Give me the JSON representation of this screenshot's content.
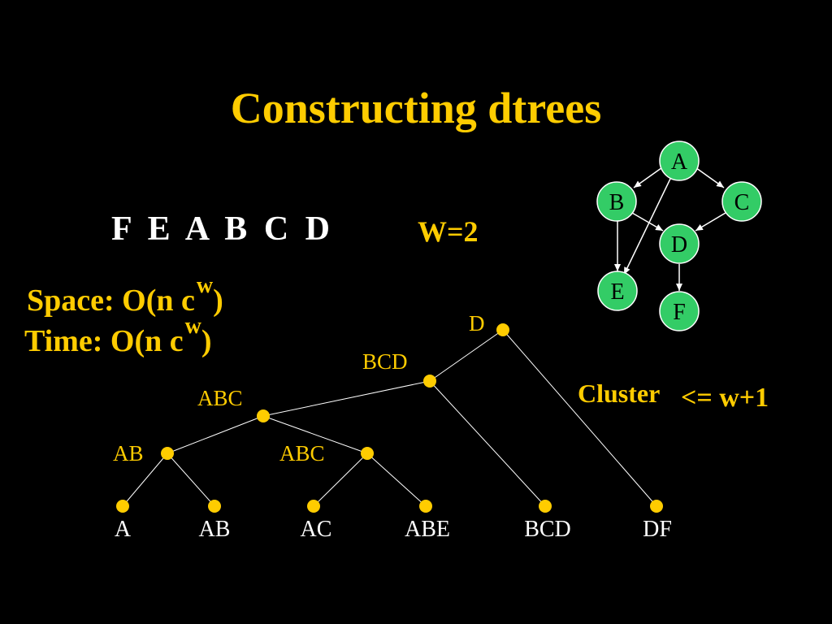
{
  "title": "Constructing dtrees",
  "elimination_order": "F E A B C D",
  "width_label": "W=2",
  "space": {
    "prefix": "Space: O(n c",
    "sup": "w",
    "suffix": ")"
  },
  "time": {
    "prefix": "Time:   O(n c",
    "sup": "w",
    "suffix": ")"
  },
  "cluster": {
    "label": "Cluster",
    "bound": "<= w+1"
  },
  "colors": {
    "gold": "#FFCC00",
    "green": "#33CC66",
    "white": "#FFFFFF",
    "background": "#000000"
  },
  "network": {
    "nodes": [
      "A",
      "B",
      "C",
      "D",
      "E",
      "F"
    ],
    "edges": [
      [
        "A",
        "B"
      ],
      [
        "A",
        "C"
      ],
      [
        "A",
        "E"
      ],
      [
        "B",
        "D"
      ],
      [
        "B",
        "E"
      ],
      [
        "C",
        "D"
      ],
      [
        "D",
        "F"
      ]
    ]
  },
  "dtree": {
    "internal": [
      "D",
      "BCD",
      "ABC",
      "AB",
      "ABC"
    ],
    "leaves": [
      "A",
      "AB",
      "AC",
      "ABE",
      "BCD",
      "DF"
    ]
  }
}
